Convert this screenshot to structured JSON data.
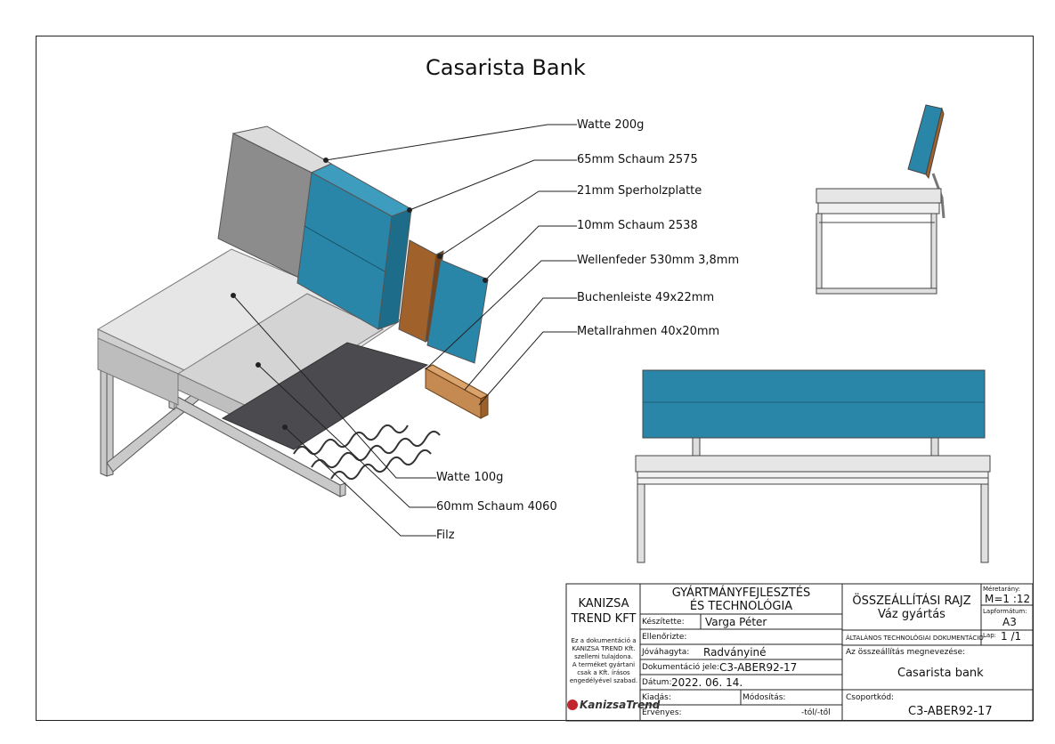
{
  "title": "Casarista Bank",
  "colors": {
    "accent_teal": "#2a86a8",
    "wood": "#a0612a",
    "foam_grey": "#d8d8d8",
    "felt": "#4a4a4f"
  },
  "callouts": [
    "Watte 200g",
    "65mm Schaum 2575",
    "21mm Sperholzplatte",
    "10mm Schaum 2538",
    "Wellenfeder 530mm 3,8mm",
    "Buchenleiste 49x22mm",
    "Metallrahmen 40x20mm",
    "Watte 100g",
    "60mm Schaum 4060",
    "Filz"
  ],
  "title_block": {
    "company": "KANIZSA TREND KFT",
    "company_line1": "KANIZSA",
    "company_line2": "TREND KFT",
    "copyright_lines": [
      "Ez a dokumentáció a",
      "KANIZSA TREND Kft.",
      "szellemi tulajdona.",
      "A terméket gyártani",
      "csak a Kft. írásos",
      "engedélyével szabad."
    ],
    "logo_text": "KanizsaTrend",
    "department_line1": "GYÁRTMÁNYFEJLESZTÉS",
    "department_line2": "ÉS TECHNOLÓGIA",
    "made_by_label": "Készítette:",
    "made_by": "Varga Péter",
    "checked_label": "Ellenőrizte:",
    "approved_label": "Jóváhagyta:",
    "approved_by": "Radványiné",
    "doc_id_label": "Dokumentáció jele:",
    "doc_id": "C3-ABER92-17",
    "date_label": "Dátum:",
    "date": "2022. 06. 14.",
    "issue_label": "Kiadás:",
    "modification_label": "Módosítás:",
    "valid_label": "Érvényes:",
    "valid_range": "-tól/-től",
    "drawing_type_line1": "ÖSSZEÁLLÍTÁSI RAJZ",
    "drawing_type_line2": "Váz gyártás",
    "general_doc": "ÁLTALÁNOS TECHNOLÓGIAI DOKUMENTÁCIÓ",
    "assembly_name_label": "Az összeállítás megnevezése:",
    "assembly_name": "Casarista bank",
    "group_code_label": "Csoportkód:",
    "group_code": "C3-ABER92-17",
    "scale_label": "Méretarány:",
    "scale": "M=1 :12",
    "sheet_format_label": "Lapformátum:",
    "sheet_format": "A3",
    "sheet_label": "Lap:",
    "sheet": "1 /1"
  }
}
